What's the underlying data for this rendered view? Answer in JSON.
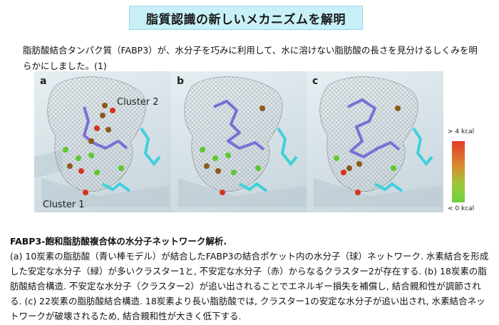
{
  "header": {
    "title": "脂質認識の新しいメカニズムを解明"
  },
  "intro": {
    "text": "脂肪酸結合タンパク質（FABP3）が、水分子を巧みに利用して、水に溶けない脂肪酸の長さを見分けるしくみを明らかにしました。(1)"
  },
  "figure": {
    "panels": [
      {
        "label": "a",
        "cluster2": "Cluster 2",
        "cluster1": "Cluster 1"
      },
      {
        "label": "b"
      },
      {
        "label": "c"
      }
    ],
    "legend": {
      "top": "> 4 kcal",
      "bottom": "< 0 kcal",
      "colors": {
        "high": "#e23b2a",
        "low": "#6fd13e"
      }
    },
    "colors": {
      "ligand": "#7b6fd6",
      "side_chain": "#3fd0dc",
      "mesh": "#9a9a9a",
      "water_stable": "#5fc832",
      "water_unstable": "#d8321e",
      "water_mid": "#8a5a1a"
    }
  },
  "caption": {
    "title": "FABP3-飽和脂肪酸複合体の水分子ネットワーク解析.",
    "body": "(a) 10炭素の脂肪酸（青い棒モデル）が結合したFABP3の結合ポケット内の水分子（球）ネットワーク. 水素結合を形成した安定な水分子（緑）が多いクラスター1と, 不安定な水分子（赤）からなるクラスター2が存在する. (b) 18炭素の脂肪酸結合構造. 不安定な水分子（クラスター2）が追い出されることでエネルギー損失を補償し, 結合親和性が調節される. (c) 22炭素の脂肪酸結合構造. 18炭素より長い脂肪酸では, クラスター1の安定な水分子が追い出され, 水素結合ネットワークが破壊されるため, 結合親和性が大きく低下する."
  }
}
